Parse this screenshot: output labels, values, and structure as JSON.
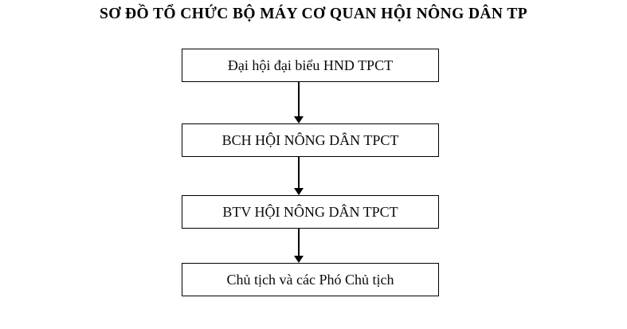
{
  "diagram": {
    "title": "SƠ ĐỒ TỔ CHỨC BỘ MÁY CƠ QUAN HỘI NÔNG DÂN TP",
    "type": "org-chart-vertical",
    "background_color": "#FFFFFF",
    "line_color": "#000000",
    "text_color": "#000000",
    "nodes": [
      {
        "id": "node-1",
        "label": "Đại hội đại biểu HND TPCT",
        "level": 1
      },
      {
        "id": "node-2",
        "label": "BCH HỘI NÔNG DÂN TPCT",
        "level": 2
      },
      {
        "id": "node-3",
        "label": "BTV HỘI NÔNG DÂN TPCT",
        "level": 3
      },
      {
        "id": "node-4",
        "label": "Chủ tịch và các Phó Chủ tịch",
        "level": 4
      }
    ],
    "connectors": [
      {
        "id": "arrow-1",
        "from": "node-1",
        "to": "node-2",
        "style": "solid-arrow-down"
      },
      {
        "id": "arrow-2",
        "from": "node-2",
        "to": "node-3",
        "style": "solid-arrow-down"
      },
      {
        "id": "arrow-3",
        "from": "node-3",
        "to": "node-4",
        "style": "solid-arrow-down"
      }
    ]
  }
}
